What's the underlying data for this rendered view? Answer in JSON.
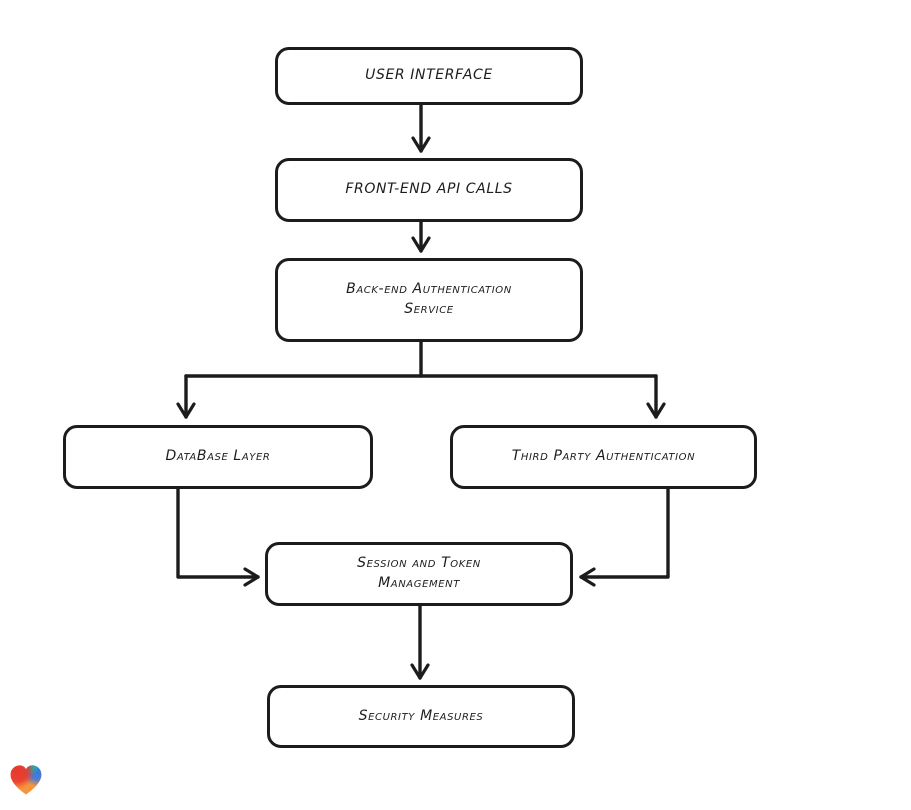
{
  "diagram": {
    "type": "flowchart",
    "stroke_color": "#1c1c1c",
    "node_background": "#ffffff",
    "nodes": [
      {
        "id": "user-interface",
        "label": "USER INTERFACE"
      },
      {
        "id": "front-end-api-calls",
        "label": "FRONT-END API CALLS"
      },
      {
        "id": "back-end-authentication-service",
        "label": "Back-end Authentication\nService"
      },
      {
        "id": "database-layer",
        "label": "DataBase Layer"
      },
      {
        "id": "third-party-authentication",
        "label": "Third Party Authentication"
      },
      {
        "id": "session-and-token-management",
        "label": "Session and Token\nManagement"
      },
      {
        "id": "security-measures",
        "label": "Security Measures"
      }
    ],
    "edges": [
      {
        "from": "user-interface",
        "to": "front-end-api-calls"
      },
      {
        "from": "front-end-api-calls",
        "to": "back-end-authentication-service"
      },
      {
        "from": "back-end-authentication-service",
        "to": "database-layer"
      },
      {
        "from": "back-end-authentication-service",
        "to": "third-party-authentication"
      },
      {
        "from": "database-layer",
        "to": "session-and-token-management"
      },
      {
        "from": "third-party-authentication",
        "to": "session-and-token-management"
      },
      {
        "from": "session-and-token-management",
        "to": "security-measures"
      }
    ]
  },
  "footer": {
    "logo_icon": "gradient-heart-logo",
    "logo_colors": {
      "red": "#e8382f",
      "teal": "#19b89b",
      "blue": "#3179e8",
      "orange": "#f6953e"
    }
  }
}
